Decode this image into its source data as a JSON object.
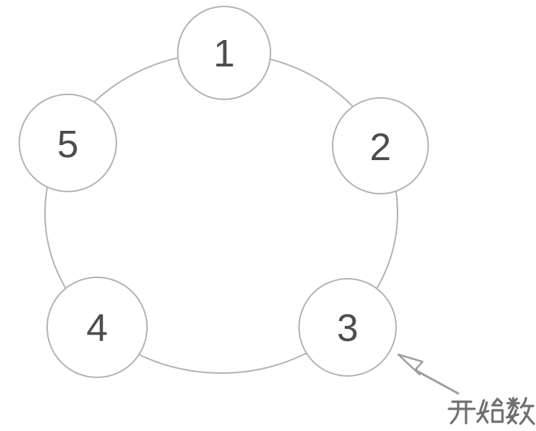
{
  "diagram": {
    "kind": "circle-of-nodes",
    "background": "#ffffff",
    "ring_color": "#b2b2b2",
    "node_fill": "#ffffff",
    "number_color": "#4d4d4d",
    "arrow_color": "#9e9e9e",
    "label_color": "#6f6f6f",
    "nodes": [
      {
        "label": "1"
      },
      {
        "label": "2"
      },
      {
        "label": "3"
      },
      {
        "label": "4"
      },
      {
        "label": "5"
      }
    ],
    "annotation": {
      "label": "开始数",
      "points_to_node": "3"
    }
  }
}
